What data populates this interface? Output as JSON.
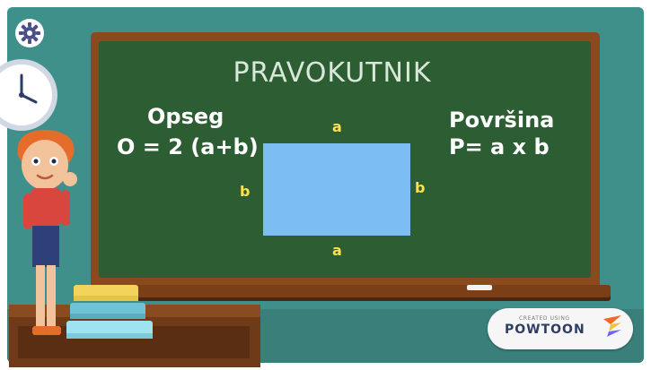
{
  "board": {
    "title": "PRAVOKUTNIK",
    "left": {
      "heading": "Opseg",
      "formula": "O = 2 (a+b)"
    },
    "right": {
      "heading": "Površina",
      "formula": "P= a x b"
    },
    "rectangle_labels": {
      "top": "a",
      "bottom": "a",
      "left": "b",
      "right": "b"
    }
  },
  "toolbar": {
    "settings_icon": "gear-icon"
  },
  "branding": {
    "caption": "CREATED USING",
    "name": "POWTOON",
    "logo_icon": "powtoon-logo-icon"
  },
  "colors": {
    "wall": "#3f8f8a",
    "board": "#2c5d33",
    "board_frame": "#8b4a1e",
    "rectangle": "#7cbdf3",
    "label_yellow": "#ffe14a",
    "chalk_white": "#ffffff"
  }
}
